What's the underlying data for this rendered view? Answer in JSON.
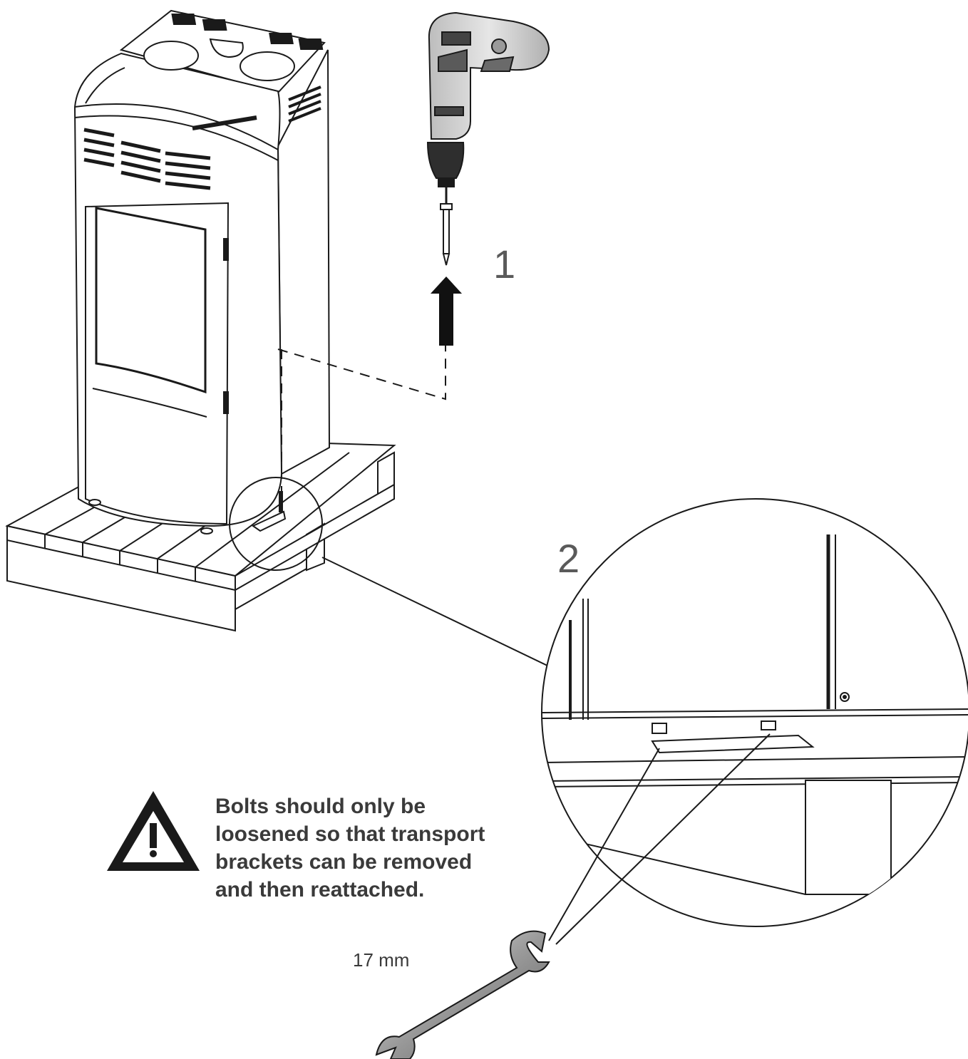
{
  "steps": {
    "one": "1",
    "two": "2"
  },
  "warning": {
    "lines": [
      "Bolts should only be",
      "loosened so that transport",
      "brackets can be removed",
      "and then reattached."
    ]
  },
  "wrench": {
    "size_label": "17 mm"
  },
  "icons": [
    "stove",
    "drill",
    "screw",
    "arrow-up",
    "pallet",
    "magnifier-circle",
    "warning-triangle",
    "wrench"
  ],
  "colors": {
    "line": "#1a1a1a",
    "drill_body": "#d0d0d0",
    "drill_grip": "#5a5a5a",
    "arrow": "#111111"
  }
}
